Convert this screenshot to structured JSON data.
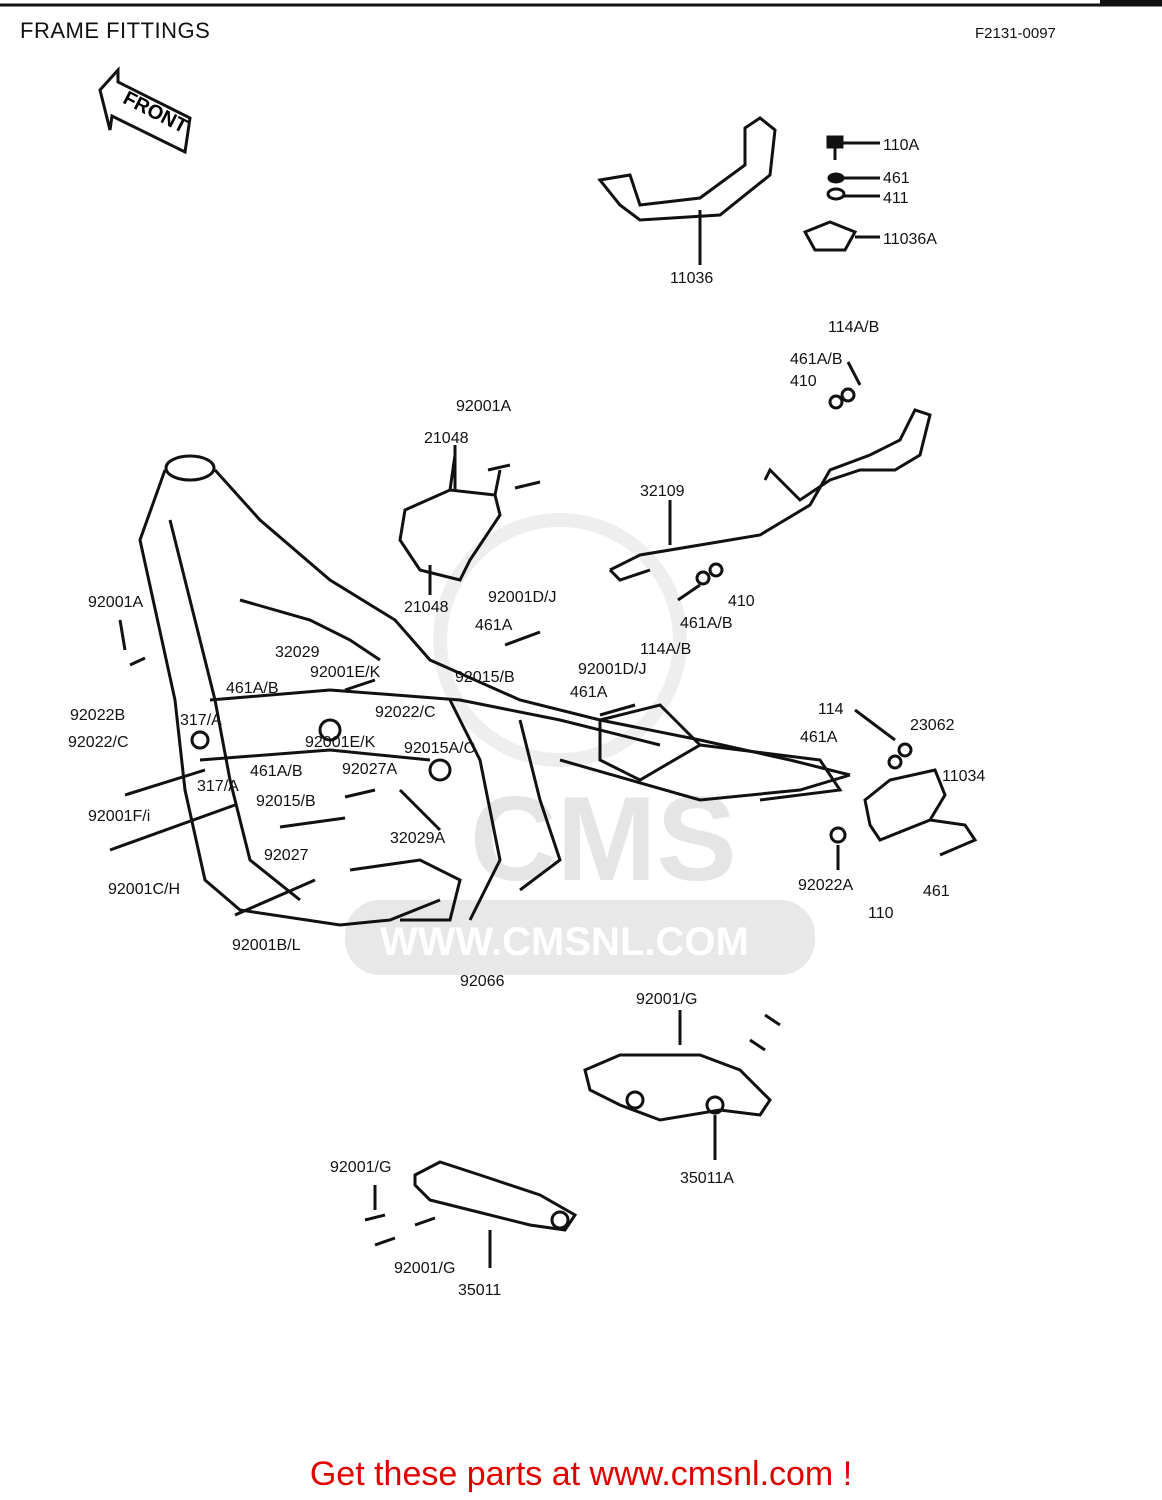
{
  "header": {
    "title": "FRAME FITTINGS",
    "figure_code": "F2131-0097"
  },
  "front_arrow": {
    "text": "FRONT"
  },
  "watermark": {
    "logo_text": "CMS",
    "url_text": "WWW.CMSNL.COM",
    "color": "#d9d9d9"
  },
  "callouts": [
    "110A",
    "461",
    "411",
    "11036A",
    "11036",
    "114A/B",
    "461A/B",
    "410",
    "32109",
    "410",
    "461A/B",
    "114A/B",
    "92001A",
    "21048",
    "21048",
    "92001D/J",
    "461A",
    "92001D/J",
    "461A",
    "92001A",
    "32029",
    "92001E/K",
    "92015/B",
    "461A/B",
    "92022/C",
    "92022B",
    "317/A",
    "92022/C",
    "92001E/K",
    "92015A/C",
    "461A/B",
    "92027A",
    "317/A",
    "92015/B",
    "92001F/i",
    "92027",
    "32029A",
    "92001C/H",
    "92001B/L",
    "92066",
    "114",
    "23062",
    "461A",
    "11034",
    "92022A",
    "461",
    "110",
    "92001/G",
    "35011A",
    "92001/G",
    "92001/G",
    "35011"
  ],
  "footer": {
    "text": "Get these parts at www.cmsnl.com !",
    "color": "#e00000"
  }
}
